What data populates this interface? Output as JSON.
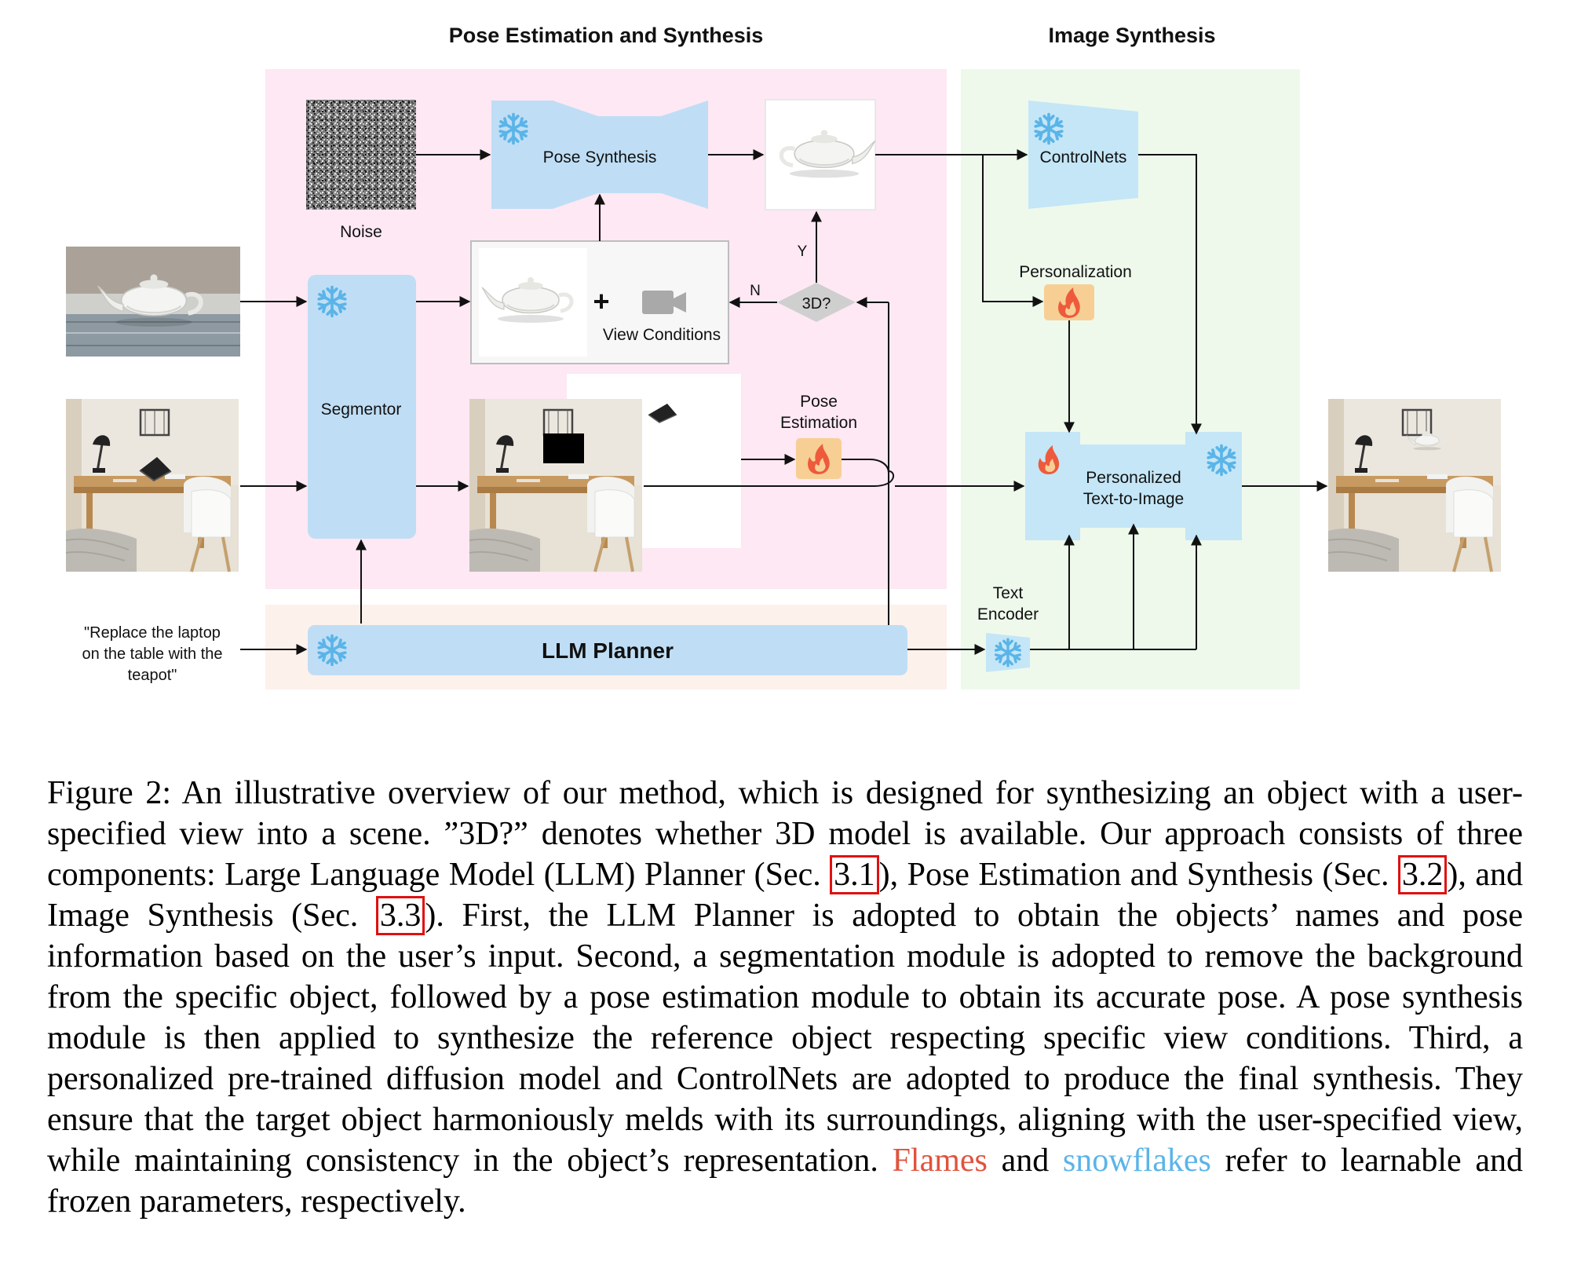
{
  "sections": {
    "pose": "Pose Estimation and Synthesis",
    "image": "Image Synthesis"
  },
  "labels": {
    "noise": "Noise",
    "pose_synthesis": "Pose Synthesis",
    "segmentor": "Segmentor",
    "view_conditions": "View Conditions",
    "plus": "+",
    "decision": "3D?",
    "yes": "Y",
    "no": "N",
    "pose_estimation_1": "Pose",
    "pose_estimation_2": "Estimation",
    "controlnets": "ControlNets",
    "personalization": "Personalization",
    "p2i_1": "Personalized",
    "p2i_2": "Text-to-Image",
    "text_encoder_1": "Text",
    "text_encoder_2": "Encoder",
    "llm_planner": "LLM Planner",
    "prompt_1": "\"Replace the laptop",
    "prompt_2": "on the table with the",
    "prompt_3": "teapot\""
  },
  "caption": {
    "p1": "Figure 2: An illustrative overview of our method, which is designed for synthesizing an object with a user-specified view into a scene. ”3D?” denotes whether 3D model is available. Our approach consists of three components: Large Language Model (LLM) Planner (Sec. ",
    "ref1": "3.1",
    "p2": "), Pose Estimation and Synthesis (Sec. ",
    "ref2": "3.2",
    "p3": "), and Image Synthesis (Sec. ",
    "ref3": "3.3",
    "p4": "). First, the LLM Planner is adopted to obtain the objects’ names and pose information based on the user’s input. Second, a segmentation module is adopted to remove the background from the specific object, followed by a pose estimation module to obtain its accurate pose. A pose synthesis module is then applied to synthesize the reference object respecting specific view conditions. Third, a personalized pre-trained diffusion model and ControlNets are adopted to produce the final synthesis. They ensure that the target object harmoniously melds with its surroundings, aligning with the user-specified view, while maintaining consistency in the object’s representation. ",
    "flames": "Flames",
    "and": " and ",
    "snowflakes": "snowflakes",
    "p5": " refer to learnable and frozen parameters, respectively."
  },
  "colors": {
    "pink_panel": "#fde8f3",
    "green_panel": "#eef9ec",
    "peach_panel": "#fdf1ec",
    "module_blue": "#bfdef5",
    "trap_blue": "#c4e6f7",
    "snowflake": "#5ab4e8",
    "flame_bg": "#f7cf95",
    "flame": "#ee5a3c",
    "decision_grey": "#cfcfcf",
    "ref_box": "#e01010"
  },
  "icons": [
    "snowflake-icon",
    "flame-icon",
    "camera-icon",
    "teapot-icon",
    "laptop-icon",
    "noise-icon"
  ]
}
